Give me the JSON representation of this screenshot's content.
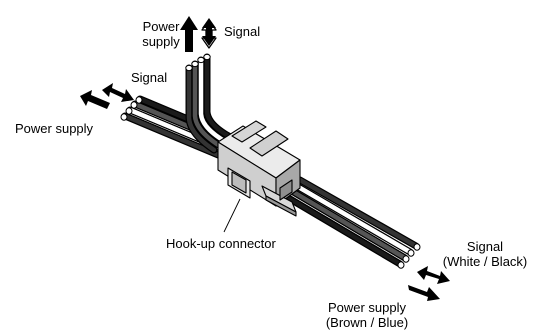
{
  "labels": {
    "top_power": [
      "Power",
      "supply"
    ],
    "top_signal": "Signal",
    "left_signal": "Signal",
    "left_power": "Power supply",
    "connector": "Hook-up connector",
    "right_signal": [
      "Signal",
      "(White / Black)"
    ],
    "right_power": [
      "Power supply",
      "(Brown / Blue)"
    ]
  },
  "colors": {
    "wire_black": "#1a1a1a",
    "wire_gray": "#4d4d4d",
    "wire_white": "#ffffff",
    "connector_light": "#e3e3e3",
    "connector_mid": "#c6c6c6",
    "connector_dark": "#9a9a9a",
    "outline": "#000000"
  }
}
